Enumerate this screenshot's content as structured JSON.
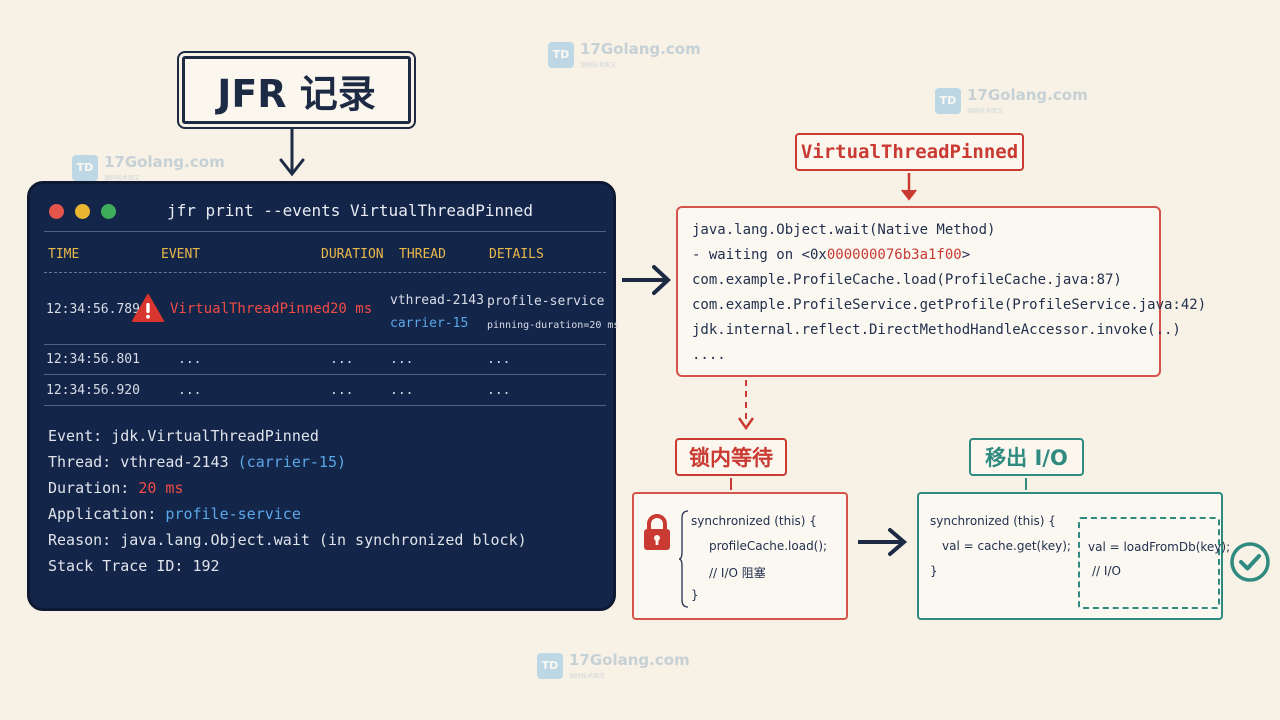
{
  "colors": {
    "background": "#f7f1e6",
    "navy": "#1d2a44",
    "terminal_bg": "#14254a",
    "red": "#c93a33",
    "teal": "#2f8a80",
    "amber": "#e9b84a",
    "link_blue": "#5aa7e6"
  },
  "watermark": {
    "site": "17Golang.com",
    "subtitle": "源码技术图文",
    "logo": "TD"
  },
  "jfr_title": "JFR 记录",
  "terminal": {
    "command": "jfr print --events VirtualThreadPinned",
    "headers": {
      "time": "TIME",
      "event": "EVENT",
      "duration": "DURATION",
      "thread": "THREAD",
      "details": "DETAILS"
    },
    "rows": [
      {
        "time": "12:34:56.789",
        "event": "VirtualThreadPinned",
        "duration": "20 ms",
        "thread": "vthread-2143",
        "carrier": "carrier-15",
        "details": "profile-service",
        "details_sub": "pinning-duration=20 ms"
      },
      {
        "time": "12:34:56.801",
        "event": "...",
        "duration": "...",
        "thread": "...",
        "details": "..."
      },
      {
        "time": "12:34:56.920",
        "event": "...",
        "duration": "...",
        "thread": "...",
        "details": "..."
      }
    ],
    "details": {
      "event_label": "Event: ",
      "event_value": "jdk.VirtualThreadPinned",
      "thread_label": "Thread: ",
      "thread_value": "vthread-2143",
      "thread_carrier": "(carrier-15)",
      "duration_label": "Duration: ",
      "duration_value": "20 ms",
      "application_label": "Application: ",
      "application_value": "profile-service",
      "reason_label": "Reason: ",
      "reason_value": "java.lang.Object.wait (in synchronized block)",
      "stack_label": "Stack Trace ID: ",
      "stack_value": "192"
    }
  },
  "stack_box": {
    "title": "VirtualThreadPinned",
    "line1": "java.lang.Object.wait(Native Method)",
    "line2_prefix": "- waiting on <0x",
    "line2_addr": "000000076b3a1f00",
    "line2_suffix": ">",
    "line3": "com.example.ProfileCache.load(ProfileCache.java:87)",
    "line4": "com.example.ProfileService.getProfile(ProfileService.java:42)",
    "line5": "jdk.internal.reflect.DirectMethodHandleAccessor.invoke(..)",
    "line6": "...."
  },
  "lock_box": {
    "title": "锁内等待",
    "code": [
      "synchronized (this) {",
      "profileCache.load();",
      "// I/O 阻塞",
      "}"
    ]
  },
  "move_box": {
    "title": "移出 I/O",
    "left_code": [
      "synchronized (this) {",
      "val = cache.get(key);",
      "}"
    ],
    "right_code": [
      "val = loadFromDb(key);",
      "// I/O"
    ]
  }
}
